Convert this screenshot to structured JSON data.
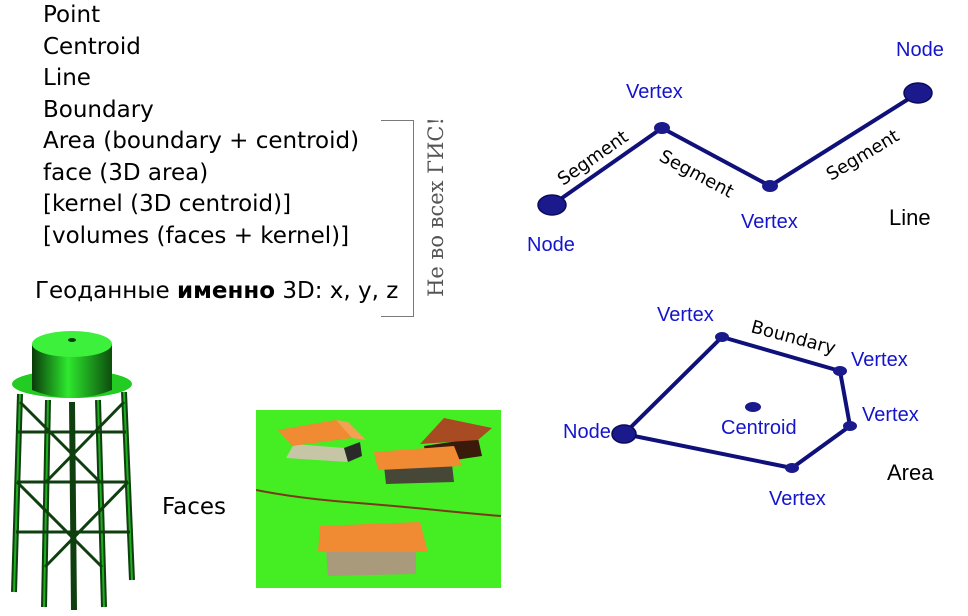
{
  "list": {
    "items": [
      "Point",
      "Centroid",
      "Line",
      "Boundary",
      "Area (boundary + centroid)",
      "face (3D area)",
      "[kernel (3D centroid)]",
      "[volumes (faces + kernel)]"
    ]
  },
  "geo_line": {
    "prefix": "Геоданные ",
    "bold": "именно",
    "suffix": " 3D: x, y, z"
  },
  "side_note": "Не во всех ГИС!",
  "faces_label": "Faces",
  "line_diagram": {
    "caption": "Line",
    "node_start": "Node",
    "node_end": "Node",
    "vertex_1": "Vertex",
    "vertex_2": "Vertex",
    "segment_1": "Segment",
    "segment_2": "Segment",
    "segment_3": "Segment"
  },
  "area_diagram": {
    "caption": "Area",
    "node": "Node",
    "vertex_top": "Vertex",
    "vertex_upper_right": "Vertex",
    "vertex_right": "Vertex",
    "vertex_bottom": "Vertex",
    "boundary": "Boundary",
    "centroid": "Centroid"
  },
  "colors": {
    "label_blue": "#1414cc",
    "line_navy": "#10107a",
    "terrain_green": "#44ee22",
    "roof_orange": "#f08a33",
    "tower_green": "#22cc22"
  }
}
